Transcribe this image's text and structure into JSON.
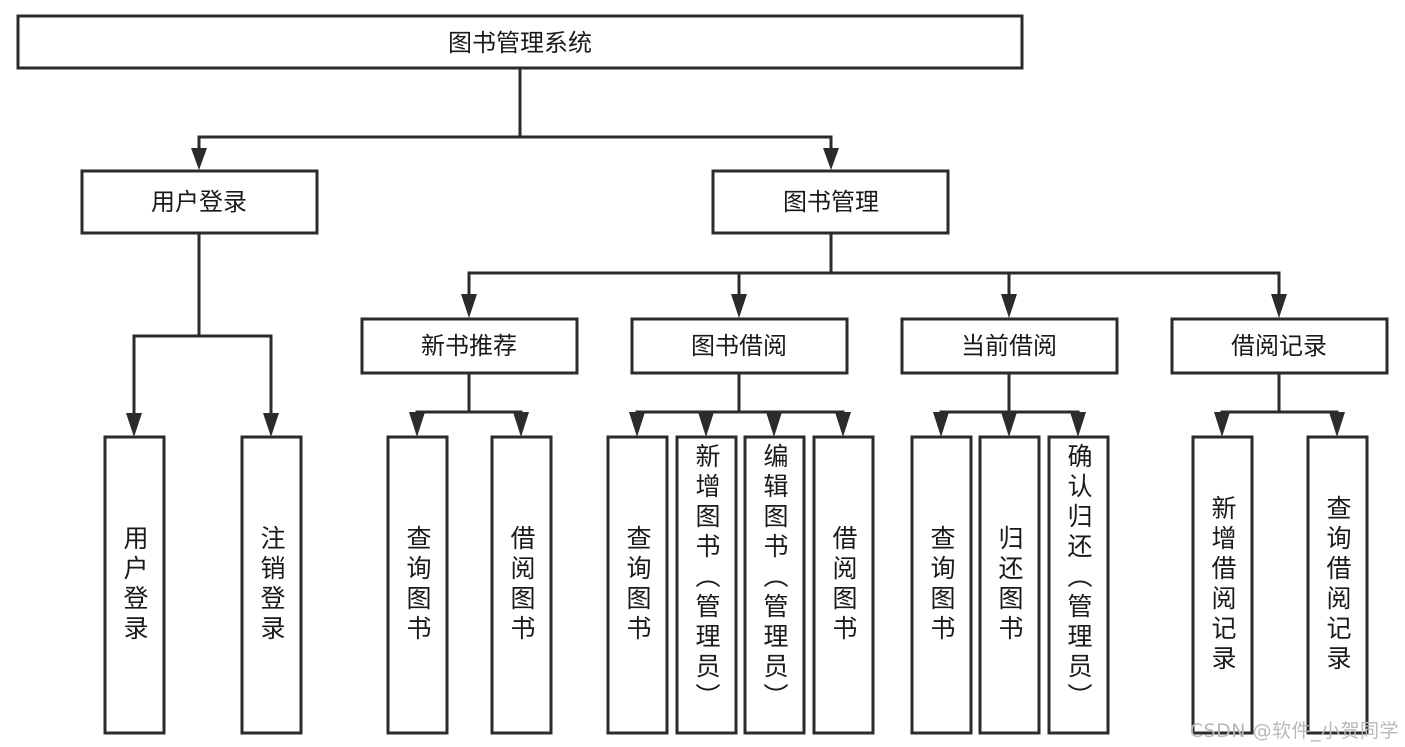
{
  "diagram": {
    "type": "tree",
    "title": "图书管理系统",
    "watermark": "CSDN @软件_小贺同学",
    "colors": {
      "box_stroke": "#2b2b2b",
      "box_fill": "#ffffff",
      "text": "#1a1a1a",
      "background": "#ffffff",
      "watermark": "#b9b9b9"
    },
    "levels": {
      "root": {
        "label": "图书管理系统"
      },
      "level2": [
        {
          "label": "用户登录"
        },
        {
          "label": "图书管理"
        }
      ],
      "level3": [
        {
          "label": "新书推荐"
        },
        {
          "label": "图书借阅"
        },
        {
          "label": "当前借阅"
        },
        {
          "label": "借阅记录"
        }
      ]
    },
    "groups": [
      {
        "parent": "用户登录",
        "leaves": [
          {
            "label": "用户登录"
          },
          {
            "label": "注销登录"
          }
        ]
      },
      {
        "parent": "新书推荐",
        "leaves": [
          {
            "label": "查询图书"
          },
          {
            "label": "借阅图书"
          }
        ]
      },
      {
        "parent": "图书借阅",
        "leaves": [
          {
            "label": "查询图书"
          },
          {
            "label": "新增图书（管理员）"
          },
          {
            "label": "编辑图书（管理员）"
          },
          {
            "label": "借阅图书"
          }
        ]
      },
      {
        "parent": "当前借阅",
        "leaves": [
          {
            "label": "查询图书"
          },
          {
            "label": "归还图书"
          },
          {
            "label": "确认归还（管理员）"
          }
        ]
      },
      {
        "parent": "借阅记录",
        "leaves": [
          {
            "label": "新增借阅记录"
          },
          {
            "label": "查询借阅记录"
          }
        ]
      }
    ],
    "leaf_labels_flat": [
      "用户登录",
      "注销登录",
      "查询图书",
      "借阅图书",
      "查询图书",
      "新增图书（管理员）",
      "编辑图书（管理员）",
      "借阅图书",
      "查询图书",
      "归还图书",
      "确认归还（管理员）",
      "新增借阅记录",
      "查询借阅记录"
    ]
  }
}
